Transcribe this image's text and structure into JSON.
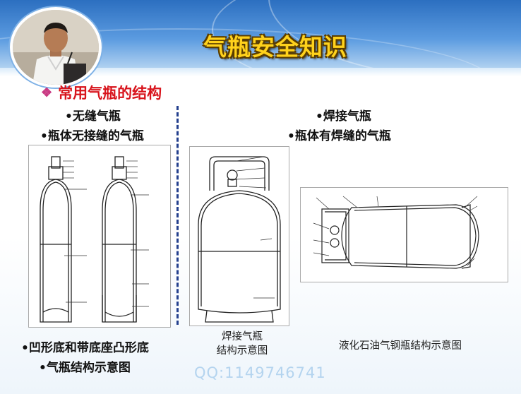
{
  "header": {
    "title": "气瓶安全知识"
  },
  "section": {
    "bullet_icon": "diamond-dots-icon",
    "heading": "常用气瓶的结构"
  },
  "left_column": {
    "bullet_1": "•无缝气瓶",
    "bullet_2": "•瓶体无接缝的气瓶",
    "bullet_3": "•凹形底和带底座凸形底",
    "bullet_4": "•气瓶结构示意图"
  },
  "right_column": {
    "bullet_1": "•焊接气瓶",
    "bullet_2": "•瓶体有焊缝的气瓶"
  },
  "captions": {
    "welded_line1": "焊接气瓶",
    "welded_line2": "结构示意图",
    "lpg": "液化石油气钢瓶结构示意图"
  },
  "watermark": "QQ:1149746741",
  "colors": {
    "header_blue": "#2c6fc0",
    "title_yellow": "#ffd21c",
    "heading_red": "#d8141c",
    "divider_blue": "#24408e"
  }
}
